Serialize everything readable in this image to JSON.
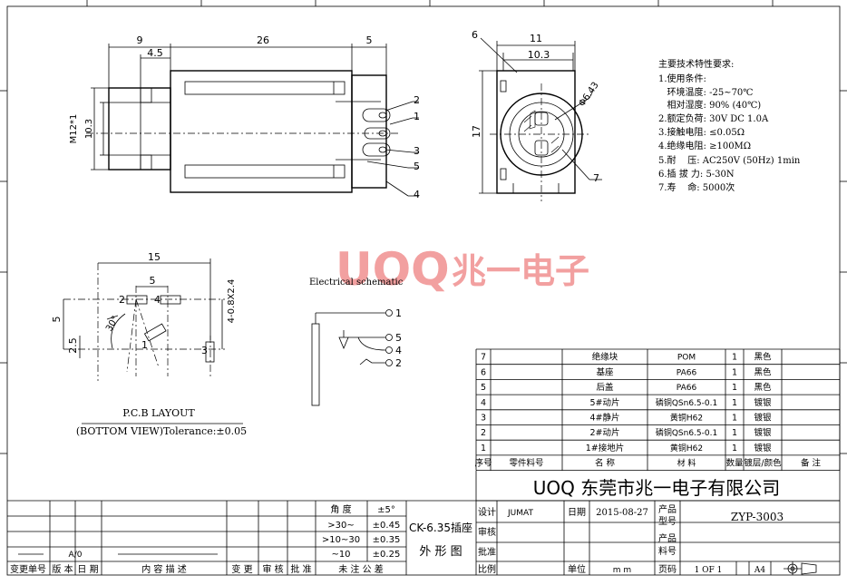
{
  "brand": {
    "watermark_latin": "UOQ",
    "watermark_cjk": "兆一电子",
    "watermark_color": "#f2a0a0",
    "company": "UOQ  东莞市兆一电子有限公司"
  },
  "front_view": {
    "dims": {
      "d9": "9",
      "d26": "26",
      "d5": "5",
      "d45": "4.5",
      "m12": "M12*1",
      "d103": "10.3"
    },
    "callouts": [
      "2",
      "1",
      "3",
      "5",
      "4"
    ]
  },
  "side_view": {
    "dims": {
      "d11": "11",
      "d103": "10.3",
      "d17": "17",
      "phi": "Φ6.43"
    },
    "callouts": [
      "6",
      "7"
    ]
  },
  "specs": {
    "title": "主要技术特性要求:",
    "lines": [
      "1.使用条件:",
      "   环境温度: -25~70℃",
      "   相对湿度: 90% (40℃)",
      "2.额定负荷: 30V DC 1.0A",
      "3.接触电阻: ≤0.05Ω",
      "4.绝缘电阻: ≥100MΩ",
      "5.耐    压: AC250V (50Hz) 1min",
      "6.插 拔 力: 5-30N",
      "7.寿    命: 5000次"
    ]
  },
  "pcb": {
    "dims": {
      "d15": "15",
      "d5": "5",
      "d5v": "5",
      "d25": "2.5",
      "slot": "4-0.8X2.4",
      "angle": "30°"
    },
    "pins": [
      "2",
      "4",
      "1",
      "3"
    ],
    "caption1": "P.C.B LAYOUT",
    "caption2": "(BOTTOM VIEW)Tolerance:±0.05"
  },
  "schematic": {
    "title": "Electrical schematic",
    "pins": [
      "1",
      "5",
      "4",
      "2"
    ]
  },
  "bom": {
    "header": [
      "序号",
      "零件料号",
      "名  称",
      "材    料",
      "数量",
      "镀层/颜色",
      "备 注"
    ],
    "rows": [
      [
        "7",
        "",
        "绝缘块",
        "POM",
        "1",
        "黑色",
        ""
      ],
      [
        "6",
        "",
        "基座",
        "PA66",
        "1",
        "黑色",
        ""
      ],
      [
        "5",
        "",
        "后盖",
        "PA66",
        "1",
        "黑色",
        ""
      ],
      [
        "4",
        "",
        "5#动片",
        "磷铜QSn6.5-0.1",
        "1",
        "镀银",
        ""
      ],
      [
        "3",
        "",
        "4#静片",
        "黄铜H62",
        "1",
        "镀银",
        ""
      ],
      [
        "2",
        "",
        "2#动片",
        "磷铜QSn6.5-0.1",
        "1",
        "镀银",
        ""
      ],
      [
        "1",
        "",
        "1#接地片",
        "黄铜H62",
        "1",
        "镀银",
        ""
      ]
    ]
  },
  "tolerance": {
    "header": [
      "角  度",
      "±5°"
    ],
    "rows": [
      [
        ">30~",
        "±0.45"
      ],
      [
        ">10~30",
        "±0.35"
      ],
      [
        "~10",
        "±0.25"
      ]
    ],
    "footer": "未 注 公 差"
  },
  "revision": {
    "cols": [
      "变更单号",
      "版 本",
      "日 期",
      "内 容 描 述",
      "变 更",
      "审 核",
      "批 准"
    ],
    "version": "A/0"
  },
  "title_block": {
    "product_name": "CK-6.35插座",
    "drawing_type": "外 形 图",
    "labels": [
      "设计",
      "审核",
      "批准",
      "比例"
    ],
    "designer": "JUMAT",
    "date_label": "日期",
    "date": "2015-08-27",
    "unit_label": "单位",
    "unit": "m m",
    "model_label1": "产品",
    "model_label2": "型号",
    "model": "ZYP-3003",
    "part_label1": "产品",
    "part_label2": "料号",
    "page_label": "页码",
    "page": "1 OF 1",
    "size": "A4"
  }
}
